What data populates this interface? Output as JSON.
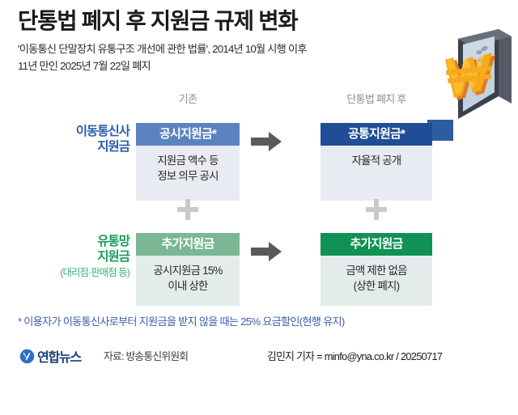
{
  "header": {
    "title": "단통법 폐지 후 지원금 규제 변화",
    "subtitle_line1": "'이동통신 단말장치 유통구조 개선에 관한 법률', 2014년 10월 시행 이후",
    "subtitle_line2": "11년 만인 2025년 7월 22일 폐지"
  },
  "illustration": {
    "phone_icon": "smartphone-3d-icon",
    "currency_icon": "korean-won-burst-icon",
    "phone_frame_color": "#3b4049",
    "phone_screen_color": "#c3d0e0",
    "won_color": "#f5a623",
    "accent_square_color": "#2f5c9e"
  },
  "columns": {
    "before_label": "기존",
    "after_label": "단통법 폐지 후",
    "arrow_icon": "right-arrow-icon",
    "arrow_color": "#5a5a5a",
    "plus_icon": "plus-icon",
    "plus_color": "#c9c9c9"
  },
  "rows": [
    {
      "label_main": "이동통신사\n지원금",
      "label_main_line1": "이동통신사",
      "label_main_line2": "지원금",
      "label_sub": "",
      "accent_color": "#2a5caa",
      "before": {
        "head": "공시지원금*",
        "head_color": "#5c82c0",
        "body_line1": "지원금 액수 등",
        "body_line2": "정보 의무 공시"
      },
      "after": {
        "head": "공통지원금*",
        "head_color": "#1f4e96",
        "body_line1": "자율적 공개",
        "body_line2": ""
      }
    },
    {
      "label_main_line1": "유통망",
      "label_main_line2": "지원금",
      "label_sub": "(대리점·판매점 등)",
      "accent_color": "#179c5b",
      "before": {
        "head": "추가지원금",
        "head_color": "#7ab795",
        "body_line1": "공시지원금 15%",
        "body_line2": "이내 상한"
      },
      "after": {
        "head": "추가지원금",
        "head_color": "#109255",
        "body_line1": "금액 제한 없음",
        "body_line2": "(상한 폐지)"
      }
    }
  ],
  "footnote": "* 이용자가 이동통신사로부터 지원금을 받지 않을 때는 25% 요금할인(현행 유지)",
  "footer": {
    "logo_icon": "yonhap-news-logo-icon",
    "logo_text": "연합뉴스",
    "source": "자료: 방송통신위원회",
    "credit": "김민지 기자 = minfo@yna.co.kr / 20250717"
  }
}
